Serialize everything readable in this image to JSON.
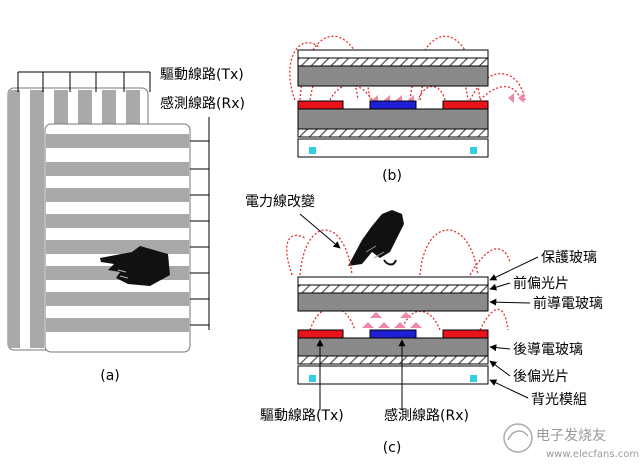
{
  "panel_a": {
    "label_tx": "驅動線路(Tx)",
    "label_rx": "感測線路(Rx)",
    "caption": "(a)"
  },
  "panel_b": {
    "caption": "(b)"
  },
  "panel_c": {
    "label_field": "電力線改變",
    "layer_labels": [
      "保護玻璃",
      "前偏光片",
      "前導電玻璃",
      "後導電玻璃",
      "後偏光片",
      "背光模組"
    ],
    "label_tx": "驅動線路(Tx)",
    "label_rx": "感測線路(Rx)",
    "caption": "(c)"
  },
  "watermark": {
    "brand": "电子发烧友",
    "url": "www.elecfans.com"
  },
  "colors": {
    "electrode_tx": "#e8141b",
    "electrode_rx": "#1f1fd6",
    "field_line": "#e03030",
    "glass_gray": "#8a8a8a",
    "stripe_gray": "#a9a9a9",
    "backlight_dot": "#2fd0e0"
  }
}
